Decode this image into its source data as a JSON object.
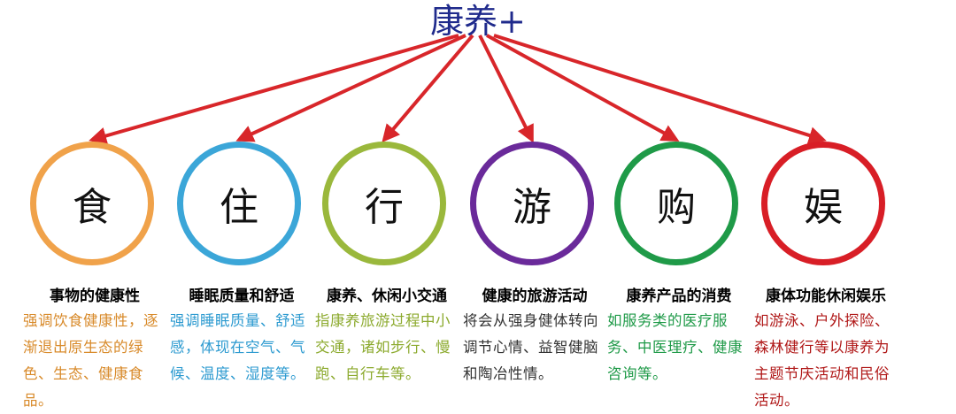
{
  "title": "康养+",
  "arrow_color": "#d8262a",
  "nodes": [
    {
      "char": "食",
      "heading": "事物的健康性",
      "desc": "强调饮食健康性，逐渐退出原生态的绿色、生态、健康食品。",
      "ring_color": "#f0a24a",
      "text_color": "#d88a2a"
    },
    {
      "char": "住",
      "heading": "睡眠质量和舒适",
      "desc": "强调睡眠质量、舒适感，体现在空气、气候、温度、湿度等。",
      "ring_color": "#3ba6d8",
      "text_color": "#2c9ad0"
    },
    {
      "char": "行",
      "heading": "康养、休闲小交通",
      "desc": "指康养旅游过程中小交通，诸如步行、慢跑、自行车等。",
      "ring_color": "#9ab83c",
      "text_color": "#8caa2e"
    },
    {
      "char": "游",
      "heading": "健康的旅游活动",
      "desc": "将会从强身健体转向调节心情、益智健脑和陶冶性情。",
      "ring_color": "#6a2a9a",
      "text_color": "#333333"
    },
    {
      "char": "购",
      "heading": "康养产品的消费",
      "desc": "如服务类的医疗服务、中医理疗、健康咨询等。",
      "ring_color": "#1f9a48",
      "text_color": "#1f9a48"
    },
    {
      "char": "娱",
      "heading": "康体功能休闲娱乐",
      "desc": "如游泳、户外探险、森林健行等以康养为主题节庆活动和民俗活动。",
      "ring_color": "#d81e26",
      "text_color": "#b01818"
    }
  ]
}
